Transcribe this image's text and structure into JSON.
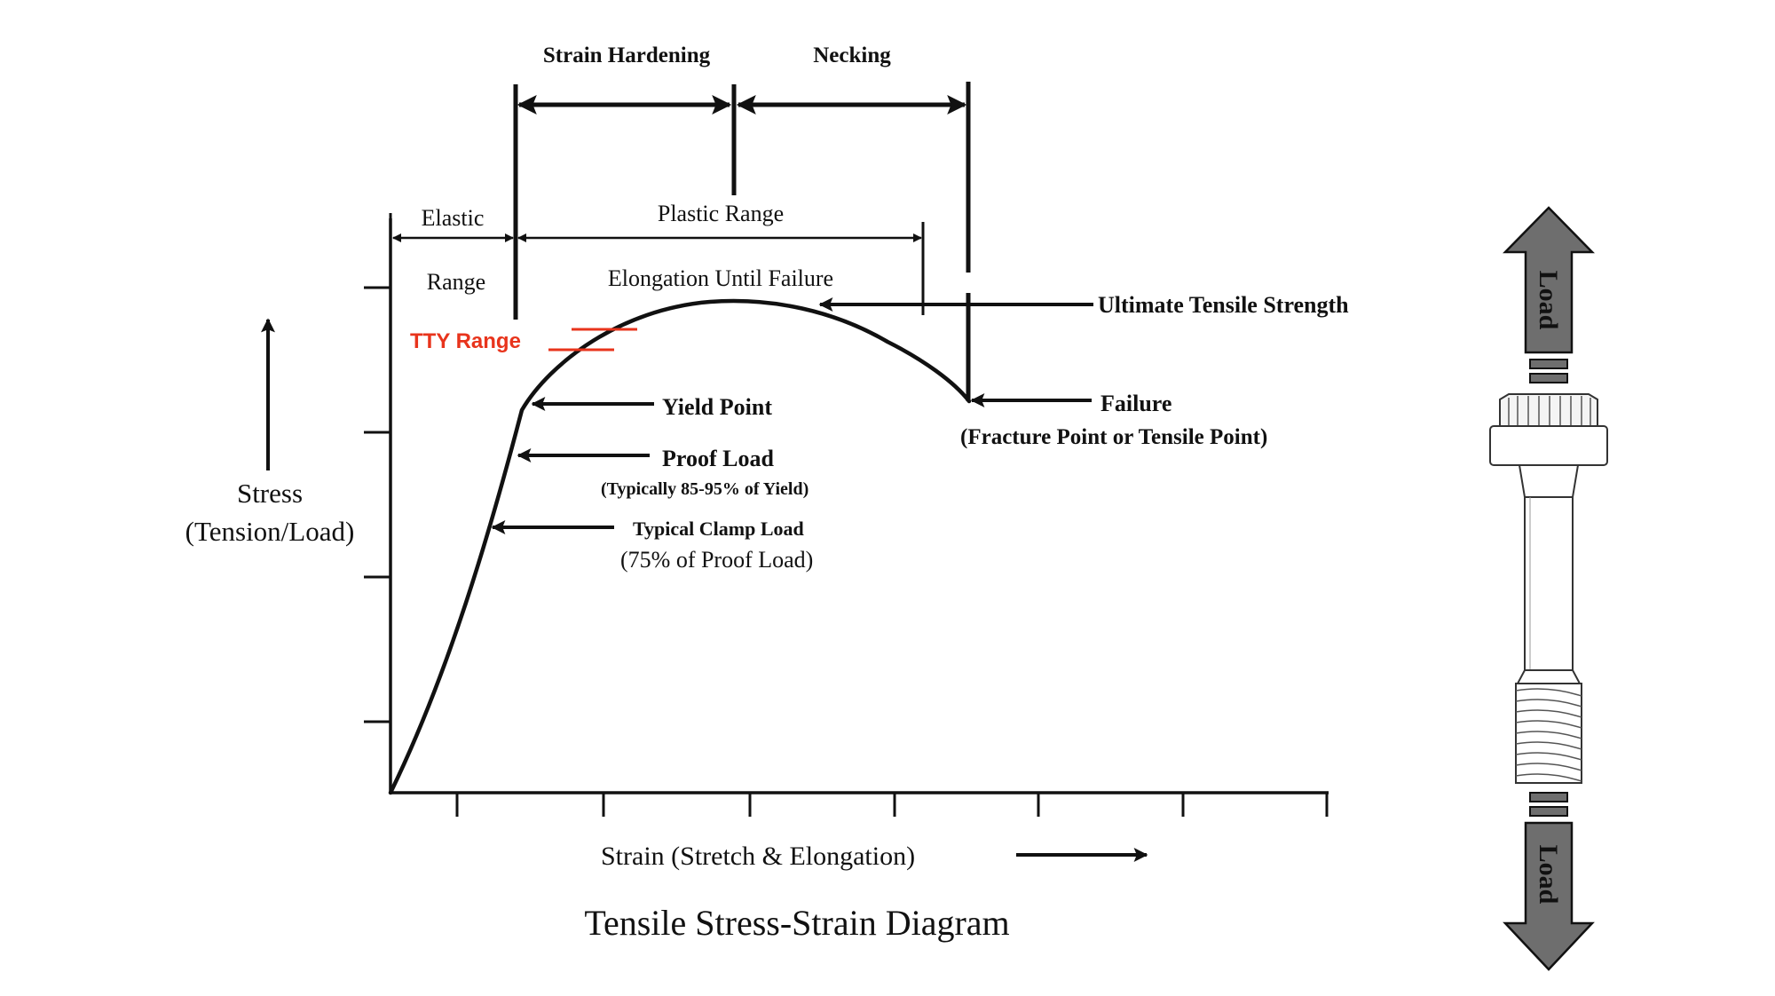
{
  "diagram": {
    "title": "Tensile Stress-Strain Diagram",
    "y_axis_label_line1": "Stress",
    "y_axis_label_line2": "(Tension/Load)",
    "x_axis_label": "Strain (Stretch & Elongation)",
    "regions": {
      "strain_hardening": "Strain Hardening",
      "necking": "Necking",
      "elastic_line1": "Elastic",
      "elastic_line2": "Range",
      "plastic_range": "Plastic Range",
      "elongation_until_failure": "Elongation Until Failure"
    },
    "annotations": {
      "tty_range": "TTY Range",
      "ultimate_tensile_strength": "Ultimate Tensile Strength",
      "yield_point": "Yield Point",
      "proof_load": "Proof Load",
      "proof_load_note": "(Typically 85-95% of Yield)",
      "typical_clamp_load": "Typical Clamp Load",
      "clamp_load_note": "(75% of Proof Load)",
      "failure": "Failure",
      "failure_note": "(Fracture Point or Tensile Point)"
    },
    "bolt": {
      "load_top": "Load",
      "load_bottom": "Load"
    },
    "colors": {
      "ink": "#111111",
      "tty_accent": "#e8341c",
      "arrow_fill": "#6e6e6e"
    },
    "icons": [
      "bolt-icon",
      "load-arrow-up-icon",
      "load-arrow-down-icon"
    ]
  }
}
